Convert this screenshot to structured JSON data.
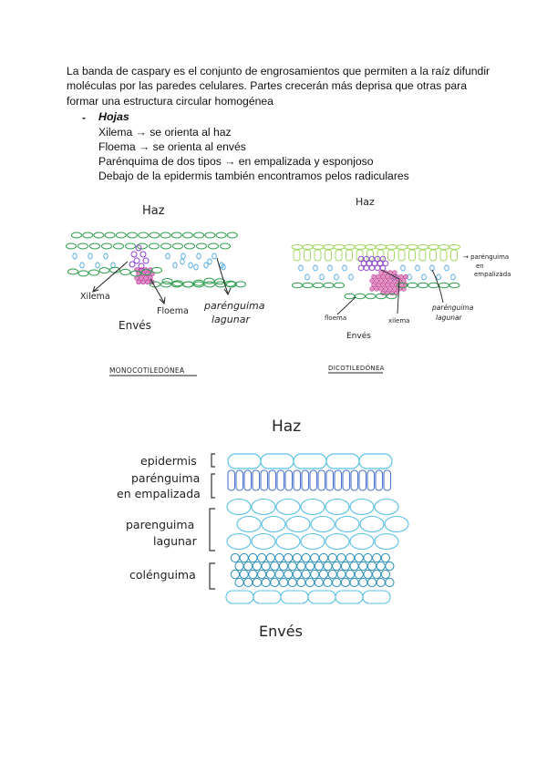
{
  "paragraph": "La banda de caspary es el conjunto de engrosamientos que permiten a la raíz difundir moléculas por las paredes celulares. Partes crecerán más deprisa que otras para formar una estructura circular homogénea",
  "bullet": {
    "marker": "-",
    "title": "Hojas"
  },
  "items": [
    "Xilema → se orienta al haz",
    "Floema → se orienta al envés",
    "Parénquima de dos tipos → en empalizada y esponjoso",
    "Debajo de la epidermis también encontramos pelos radiculares"
  ],
  "mono": {
    "haz": "Haz",
    "xilema": "Xilema",
    "floema": "Floema",
    "parenquima1": "parénguima",
    "parenquima2": "lagunar",
    "enves": "Envés",
    "caption": "MONOCOTILEDÓNEA"
  },
  "dico": {
    "haz": "Haz",
    "empalizada1": "→ parénguima",
    "empalizada2": "en",
    "empalizada3": "empalizada",
    "floema": "floema",
    "xilema": "xilema",
    "lagunar1": "parénguima",
    "lagunar2": "lagunar",
    "enves": "Envés",
    "caption": "DICOTILEDÓNEA"
  },
  "big": {
    "haz": "Haz",
    "epidermis": "epidermis",
    "empalizada1": "parénguima",
    "empalizada2": "en empalizada",
    "lagunar1": "parenguima",
    "lagunar2": "lagunar",
    "colenquima": "colénguima",
    "enves": "Envés"
  },
  "colors": {
    "mono_green": "#2e9c4e",
    "mono_blue": "#4aa6e0",
    "mono_purple": "#8b3fd0",
    "mono_magenta": "#c0329a",
    "dico_green": "#9ed65a",
    "dico_magenta": "#c02a8a",
    "big_cyan": "#5bc0e6",
    "big_blue": "#4f78cc",
    "big_teal": "#2b8fb8"
  }
}
